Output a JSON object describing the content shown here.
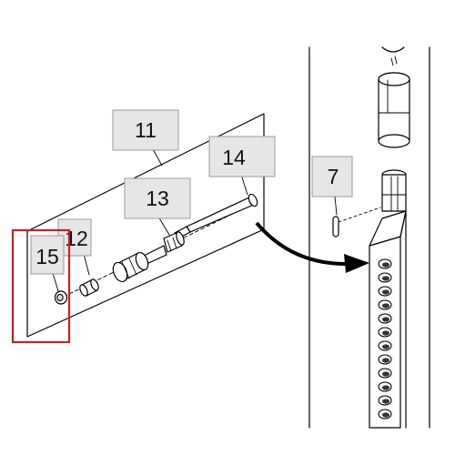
{
  "callouts": [
    {
      "id": "part-11",
      "label": "11"
    },
    {
      "id": "part-12",
      "label": "12"
    },
    {
      "id": "part-13",
      "label": "13"
    },
    {
      "id": "part-14",
      "label": "14"
    },
    {
      "id": "part-15",
      "label": "15"
    },
    {
      "id": "part-7",
      "label": "7"
    }
  ],
  "highlight": {
    "target": "part-15",
    "color": "#cc1f1f"
  },
  "colors": {
    "badge_fill": "#e6e6e6",
    "badge_stroke": "#9a9a9a",
    "line": "#000000"
  }
}
